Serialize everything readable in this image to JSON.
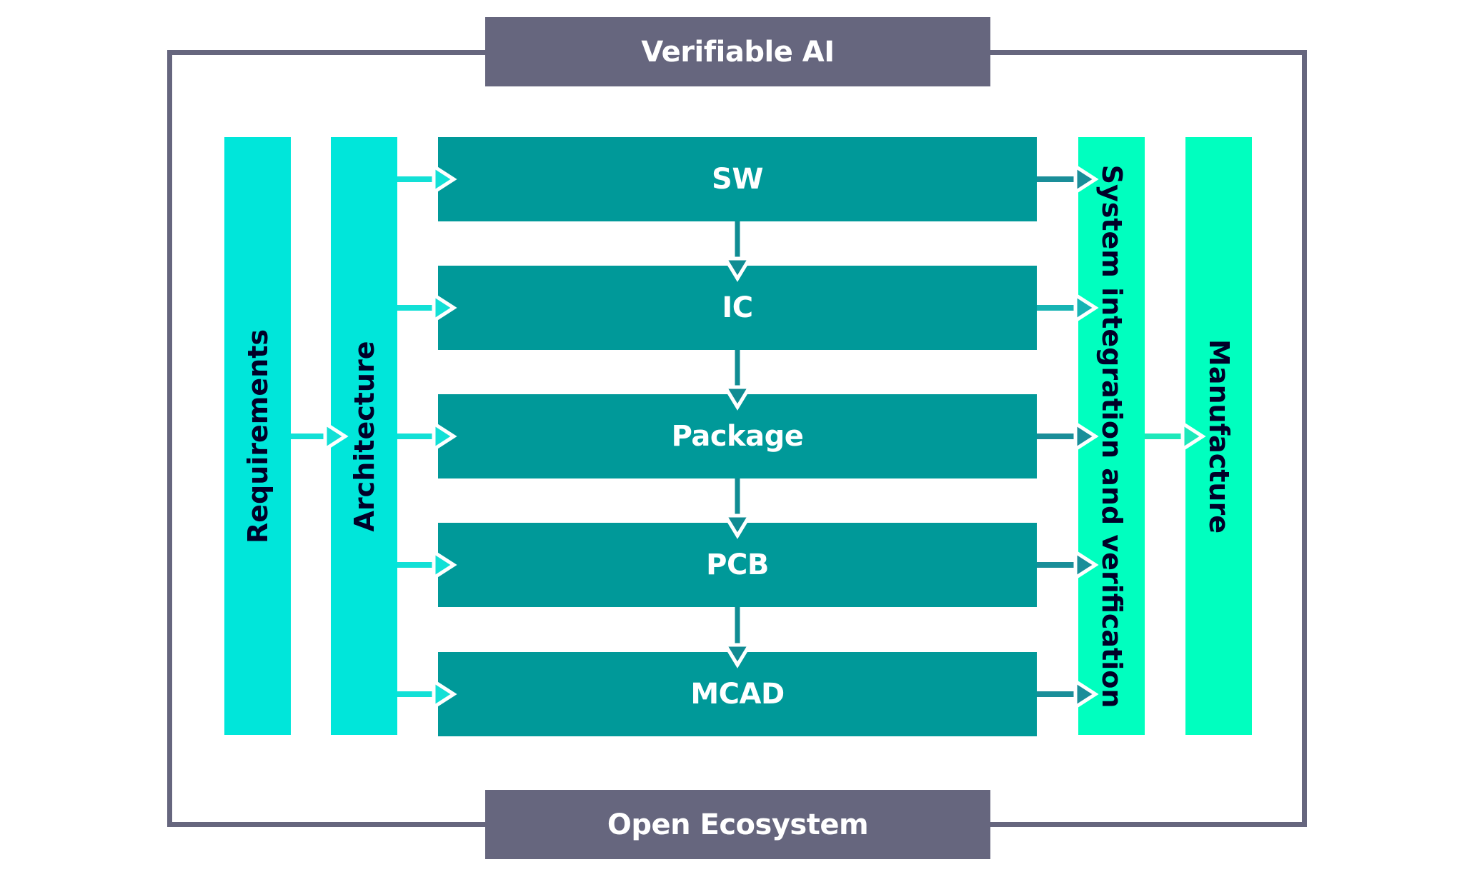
{
  "title": "Verifiable AI",
  "footer": "Open Ecosystem",
  "side_bars": {
    "requirements": "Requirements",
    "architecture": "Architecture",
    "system_integration": "System integration and verification",
    "manufacture": "Manufacture"
  },
  "domains": [
    {
      "label": "SW"
    },
    {
      "label": "IC"
    },
    {
      "label": "Package"
    },
    {
      "label": "PCB"
    },
    {
      "label": "MCAD"
    }
  ],
  "flows": {
    "requirements_to_architecture": true,
    "architecture_to_domains": [
      "SW",
      "IC",
      "Package",
      "PCB",
      "MCAD"
    ],
    "domain_chain": [
      "SW",
      "IC",
      "Package",
      "PCB",
      "MCAD"
    ],
    "domains_to_system_integration": [
      "SW",
      "IC",
      "Package",
      "PCB",
      "MCAD"
    ],
    "system_integration_to_manufacture": true
  },
  "colors": {
    "frame": "#66667e",
    "header_box": "#66667e",
    "domain_box": "#009999",
    "cyan_bar": "#00e6da",
    "mint_bar": "#00ffbf",
    "bar_text": "#000028",
    "box_text": "#ffffff",
    "arrow_in": "#12e0d6",
    "arrow_out": "#1a8e99",
    "arrow_out_alt": "#17b4b4",
    "arrow_to_manufacture": "#1de8ba",
    "arrow_down": "#0f8c93"
  }
}
